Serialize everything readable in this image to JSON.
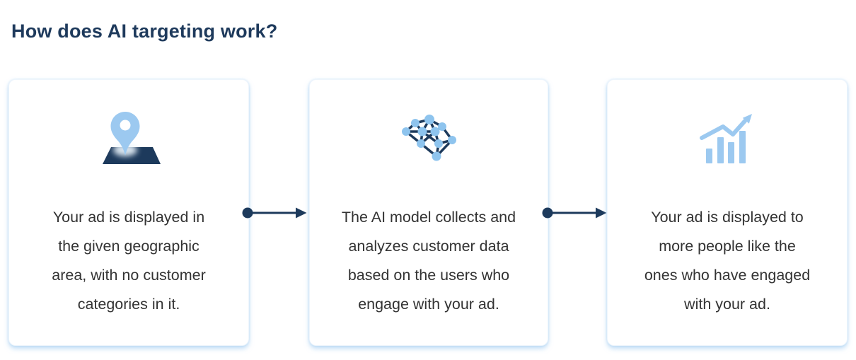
{
  "page": {
    "title": "How does AI targeting work?"
  },
  "colors": {
    "title": "#1e3a5c",
    "accent_navy": "#1d3a5c",
    "accent_light_blue": "#9cc9f0",
    "network_node_blue": "#8ec4ee",
    "card_background": "#ffffff",
    "card_glow": "#90c2ee",
    "body_text": "#333333"
  },
  "cards": [
    {
      "icon": "map-pin-icon",
      "lines": [
        "Your ad is displayed in",
        "the given geographic",
        "area, with no customer",
        "categories in it."
      ]
    },
    {
      "icon": "neural-network-icon",
      "lines": [
        "The AI model collects and",
        "analyzes customer data",
        "based on the users who",
        "engage with your ad."
      ]
    },
    {
      "icon": "growth-chart-icon",
      "lines": [
        "Your ad is displayed to",
        "more people like the",
        "ones who have engaged",
        "with your ad."
      ]
    }
  ],
  "connectors": [
    {
      "type": "arrow-right"
    },
    {
      "type": "arrow-right"
    }
  ]
}
